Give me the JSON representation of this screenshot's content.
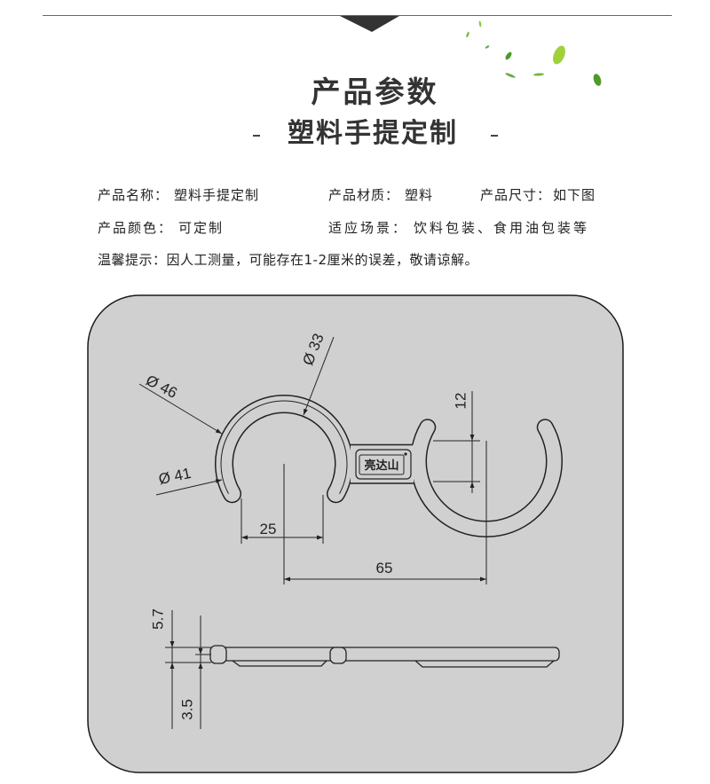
{
  "header": {
    "title": "产品参数",
    "subtitle": "塑料手提定制"
  },
  "specs": {
    "name": {
      "label": "产品名称：",
      "value": "塑料手提定制"
    },
    "material": {
      "label": "产品材质：",
      "value": "塑料"
    },
    "size": {
      "label": "产品尺寸：",
      "value": "如下图"
    },
    "color": {
      "label": "产品颜色：",
      "value": "可定制"
    },
    "scene": {
      "label": "适应场景：",
      "value": "饮料包装、食用油包装等"
    },
    "notice": {
      "label": "温馨提示：",
      "value": "因人工测量，可能存在1-2厘米的误差，敬请谅解。"
    }
  },
  "drawing": {
    "logo_text": "亮达山",
    "dim_outer": "Ø 46",
    "dim_inner": "Ø 33",
    "dim_rim": "Ø 41",
    "dim_bridge": "12",
    "dim_opening": "25",
    "dim_center": "65",
    "dim_height": "5.7",
    "dim_base": "3.5"
  },
  "colors": {
    "panel": "#d0d0d0",
    "ink": "#222222",
    "leaf": "#8cc63f",
    "leaf_dark": "#4e9a2a"
  },
  "icons": {
    "header_marker": "down-triangle-icon",
    "decoration": "leaf-icon"
  }
}
